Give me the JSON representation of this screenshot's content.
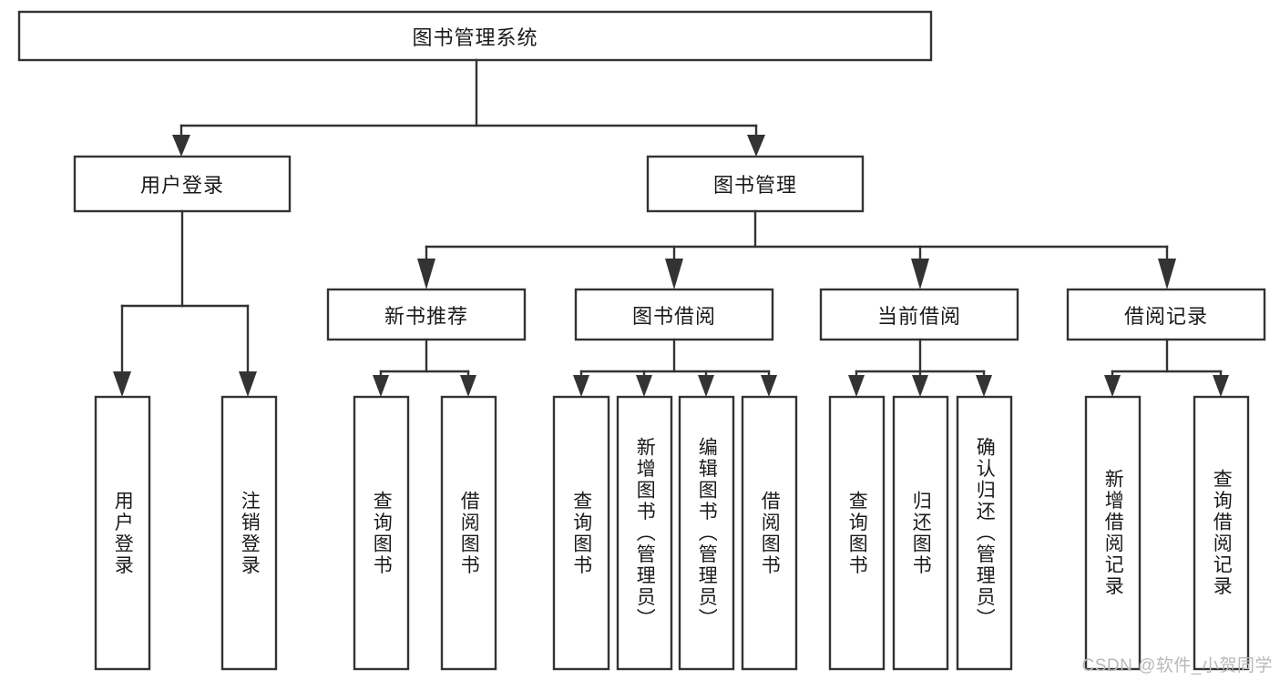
{
  "diagram": {
    "type": "tree-hierarchy-diagram",
    "title": "图书管理系统",
    "root": {
      "id": "root",
      "label": "图书管理系统"
    },
    "level1": [
      {
        "id": "user-login",
        "label": "用户登录"
      },
      {
        "id": "book-management",
        "label": "图书管理"
      }
    ],
    "level2": [
      {
        "id": "new-book-recommend",
        "label": "新书推荐",
        "parent": "book-management"
      },
      {
        "id": "book-borrow",
        "label": "图书借阅",
        "parent": "book-management"
      },
      {
        "id": "current-borrow",
        "label": "当前借阅",
        "parent": "book-management"
      },
      {
        "id": "borrow-record",
        "label": "借阅记录",
        "parent": "book-management"
      }
    ],
    "leaves": [
      {
        "id": "leaf-user-login",
        "label": "用户登录",
        "parent": "user-login"
      },
      {
        "id": "leaf-logout-login",
        "label": "注销登录",
        "parent": "user-login"
      },
      {
        "id": "leaf-query-book-1",
        "label": "查询图书",
        "parent": "new-book-recommend"
      },
      {
        "id": "leaf-borrow-book-1",
        "label": "借阅图书",
        "parent": "new-book-recommend"
      },
      {
        "id": "leaf-query-book-2",
        "label": "查询图书",
        "parent": "book-borrow"
      },
      {
        "id": "leaf-add-book-admin",
        "label": "新增图书（管理员）",
        "parent": "book-borrow"
      },
      {
        "id": "leaf-edit-book-admin",
        "label": "编辑图书（管理员）",
        "parent": "book-borrow"
      },
      {
        "id": "leaf-borrow-book-2",
        "label": "借阅图书",
        "parent": "book-borrow"
      },
      {
        "id": "leaf-query-book-3",
        "label": "查询图书",
        "parent": "current-borrow"
      },
      {
        "id": "leaf-return-book",
        "label": "归还图书",
        "parent": "current-borrow"
      },
      {
        "id": "leaf-confirm-return-admin",
        "label": "确认归还（管理员）",
        "parent": "current-borrow"
      },
      {
        "id": "leaf-add-borrow-record",
        "label": "新增借阅记录",
        "parent": "borrow-record"
      },
      {
        "id": "leaf-query-borrow-record",
        "label": "查询借阅记录",
        "parent": "borrow-record"
      }
    ],
    "colors": {
      "stroke": "#333333",
      "fill": "#ffffff",
      "text": "#1a1a1a",
      "watermark": "#b9b9b9",
      "background": "#ffffff"
    }
  },
  "watermark": {
    "text": "CSDN @软件_小贺同学"
  }
}
